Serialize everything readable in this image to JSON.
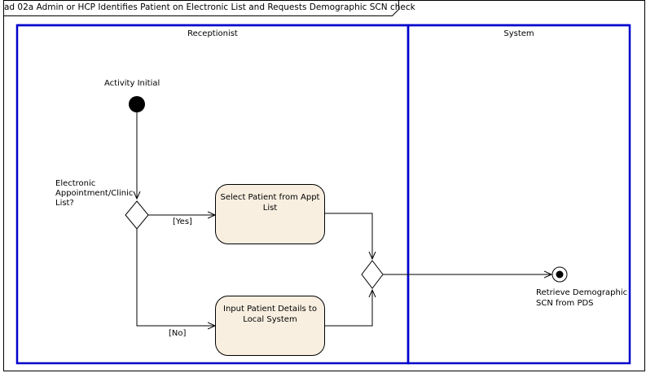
{
  "frame": {
    "title": "ad 02a Admin or HCP Identifies Patient on Electronic  List and Requests Demographic SCN check"
  },
  "lanes": [
    {
      "label": "Receptionist"
    },
    {
      "label": "System"
    }
  ],
  "nodes": {
    "initial": {
      "label": "Activity Initial"
    },
    "decision": {
      "label_line1": "Electronic",
      "label_line2": "Appointment/Clinic",
      "label_line3": "List?"
    },
    "select_action": {
      "line1": "Select Patient from Appt",
      "line2": "List"
    },
    "input_action": {
      "line1": "Input Patient Details to",
      "line2": "Local System"
    },
    "final": {
      "label_line1": "Retrieve Demographic",
      "label_line2": "SCN from PDS"
    }
  },
  "guards": {
    "yes": "[Yes]",
    "no": "[No]"
  },
  "colors": {
    "lane_border": "#0000cc",
    "action_fill": "#f8efe1"
  }
}
